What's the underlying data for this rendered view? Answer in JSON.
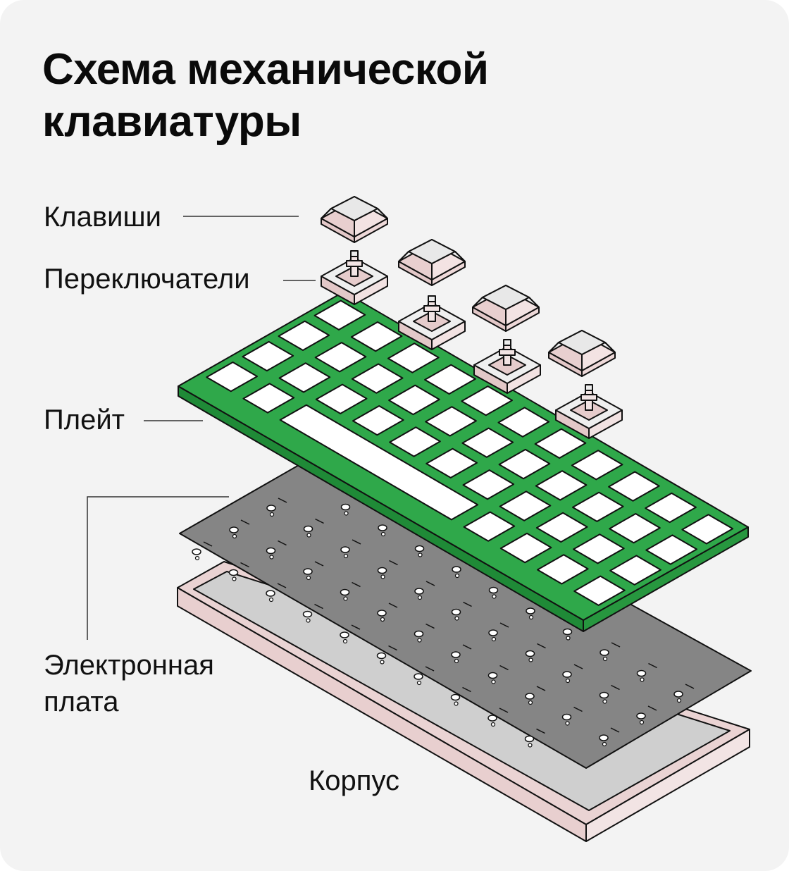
{
  "title": {
    "line1": "Схема механической",
    "line2": "клавиатуры"
  },
  "labels": {
    "keys": "Клавиши",
    "switches": "Переключатели",
    "plate": "Плейт",
    "pcb_line1": "Электронная",
    "pcb_line2": "плата",
    "case": "Корпус"
  },
  "colors": {
    "background": "#f3f3f3",
    "plate_green": "#2fa84a",
    "plate_side": "#1f8a37",
    "pcb_gray": "#858585",
    "case_pink": "#ead3d3",
    "case_inner": "#cfcfcf",
    "keycap_top": "#ececec",
    "keycap_side": "#e3c8c8",
    "outline": "#111111"
  }
}
